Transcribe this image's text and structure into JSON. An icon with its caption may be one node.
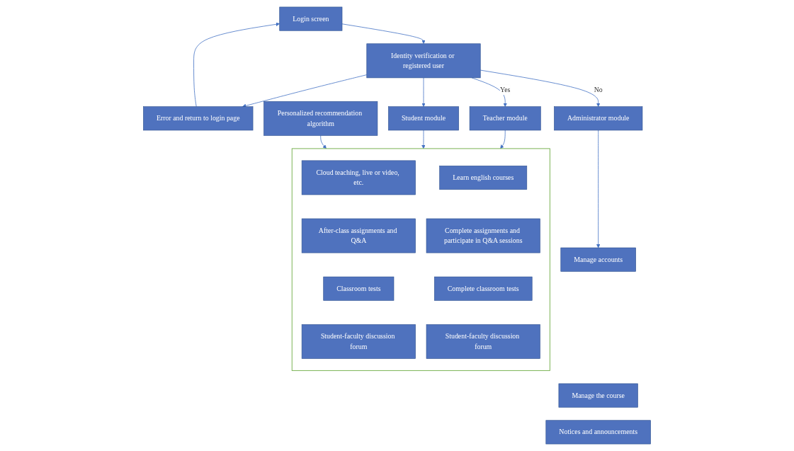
{
  "diagram": {
    "nodes": [
      {
        "text": [
          "Login screen"
        ]
      },
      {
        "text": [
          "Identity verification or registered user"
        ]
      },
      {
        "text": [
          "Error and return to login page"
        ]
      },
      {
        "text": [
          "Teacher module"
        ]
      },
      {
        "text": [
          "Student module"
        ]
      },
      {
        "text": [
          "Administrator module"
        ]
      },
      {
        "text": [],
        "shape": "box"
      },
      {
        "text": [
          "Cloud teaching, live or video, etc."
        ],
        "in": 6
      },
      {
        "text": [
          "Learn english courses"
        ],
        "in": 6
      },
      {
        "text": [
          "After-class assignments and Q&A"
        ],
        "in": 6
      },
      {
        "text": [
          "Complete assignments and participate in Q&A sessions"
        ],
        "in": 6
      },
      {
        "text": [
          "Classroom tests"
        ],
        "in": 6
      },
      {
        "text": [
          "Complete classroom tests"
        ],
        "in": 6
      },
      {
        "text": [
          "Student-faculty discussion forum"
        ],
        "in": 6
      },
      {
        "text": [
          "Student-faculty discussion forum"
        ],
        "in": 6
      },
      {
        "text": [
          "Manage accounts"
        ]
      },
      {
        "text": [
          "Manage the course"
        ]
      },
      {
        "text": [
          "Notices and announcements"
        ]
      },
      {
        "text": [
          "Personalized recommendation algorithm"
        ]
      }
    ],
    "edges": [
      {
        "from": 0,
        "to": 1,
        "arrow": "to"
      },
      {
        "from": 1,
        "to": 2,
        "arrow": "to"
      },
      {
        "from": 2,
        "to": 0,
        "arrow": "to"
      },
      {
        "from": 1,
        "to": 3,
        "arrow": "to",
        "label": "Yes"
      },
      {
        "from": 1,
        "to": 4,
        "arrow": "to"
      },
      {
        "from": 1,
        "to": 5,
        "arrow": "to",
        "label": "No"
      },
      {
        "from": 3,
        "to": 6,
        "arrow": "to"
      },
      {
        "from": 4,
        "to": 6,
        "arrow": "to"
      },
      {
        "from": 5,
        "to": 15,
        "arrow": "to"
      },
      {
        "from": 18,
        "to": 6,
        "arrow": "to"
      }
    ]
  }
}
